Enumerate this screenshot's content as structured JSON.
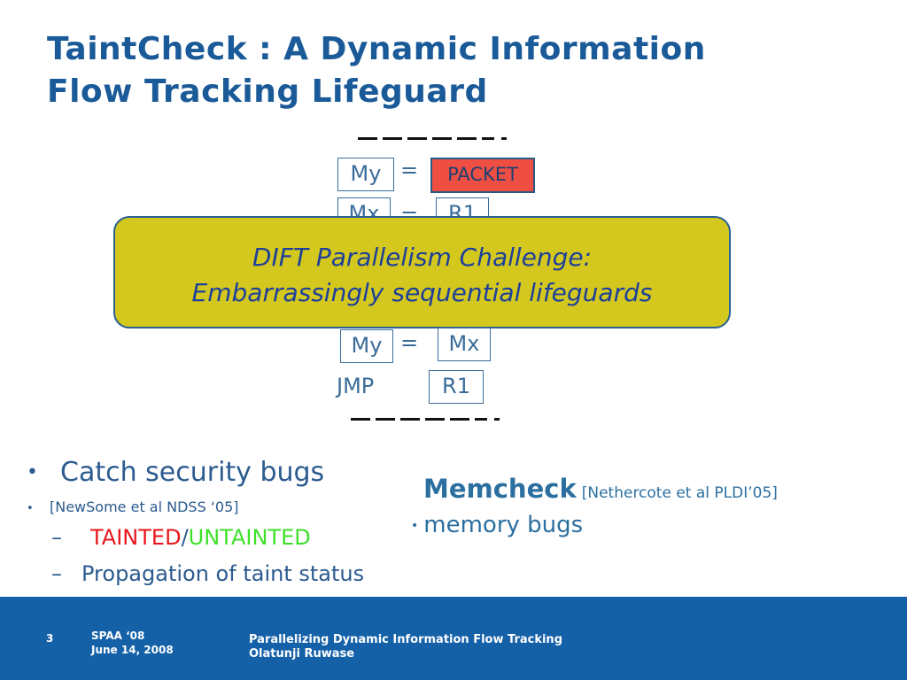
{
  "title": {
    "line1": "TaintCheck : A Dynamic Information",
    "line2": "Flow Tracking Lifeguard"
  },
  "code": {
    "row1": {
      "lhs": "My",
      "op": "=",
      "rhs": "PACKET"
    },
    "row2": {
      "lhs": "Mx",
      "op": "=",
      "rhs": "R1"
    },
    "row3": {
      "lhs": "My",
      "op": "=",
      "rhs": "Mx"
    },
    "row4": {
      "instr": "JMP",
      "arg": "R1"
    }
  },
  "callout": {
    "line1": "DIFT Parallelism Challenge:",
    "line2": "Embarrassingly sequential lifeguards"
  },
  "left_bullets": {
    "main": "Catch security bugs",
    "ref": "[NewSome et al NDSS ‘05]",
    "sub1_tainted": "TAINTED",
    "sub1_slash": "/",
    "sub1_untainted": "UNTAINTED",
    "sub2": "Propagation of taint status"
  },
  "right_block": {
    "name": "Memcheck",
    "cite": "[Nethercote et al PLDI’05]",
    "bullet": "memory bugs"
  },
  "bullet_glyph": "•",
  "dash_glyph": "–",
  "footer": {
    "slide_number": "3",
    "conference": "SPAA ‘08",
    "date": "June 14, 2008",
    "talk_title": "Parallelizing Dynamic Information Flow Tracking",
    "author": "Olatunji Ruwase"
  },
  "colors": {
    "title": "#1a5a98",
    "callout_bg": "#d4c81e",
    "packet_bg": "#ef4f43",
    "tainted": "#e8161c",
    "untainted": "#3fe02a",
    "footer_bg": "#1461a8"
  }
}
